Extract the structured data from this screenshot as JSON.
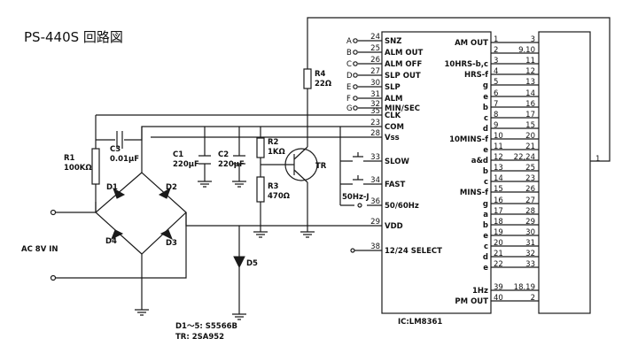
{
  "title": "PS-440S 回路図",
  "ic": {
    "label": "IC:LM8361",
    "left_pins": [
      {
        "num": "24",
        "name": "SNZ",
        "letter": "A"
      },
      {
        "num": "25",
        "name": "ALM OUT",
        "letter": "B"
      },
      {
        "num": "26",
        "name": "ALM OFF",
        "letter": "C"
      },
      {
        "num": "27",
        "name": "SLP OUT",
        "letter": "D"
      },
      {
        "num": "30",
        "name": "SLP",
        "letter": "E"
      },
      {
        "num": "31",
        "name": "ALM",
        "letter": "F"
      },
      {
        "num": "32",
        "name": "MIN/SEC",
        "letter": "G"
      },
      {
        "num": "35",
        "name": "CLK",
        "letter": ""
      },
      {
        "num": "23",
        "name": "COM",
        "letter": ""
      },
      {
        "num": "28",
        "name": "Vss",
        "letter": ""
      },
      {
        "num": "33",
        "name": "SLOW",
        "letter": ""
      },
      {
        "num": "34",
        "name": "FAST",
        "letter": ""
      },
      {
        "num": "36",
        "name": "50/60Hz",
        "letter": ""
      },
      {
        "num": "29",
        "name": "VDD",
        "letter": ""
      },
      {
        "num": "38",
        "name": "12/24 SELECT",
        "letter": ""
      }
    ],
    "right_pins": [
      {
        "name": "AM OUT",
        "pin": "1",
        "disp": "3"
      },
      {
        "name": "",
        "pin": "2",
        "disp": "9.10"
      },
      {
        "name": "10HRS-b,c",
        "pin": "3",
        "disp": "11"
      },
      {
        "name": "HRS-f",
        "pin": "4",
        "disp": "12"
      },
      {
        "name": "g",
        "pin": "5",
        "disp": "13"
      },
      {
        "name": "e",
        "pin": "6",
        "disp": "14"
      },
      {
        "name": "b",
        "pin": "7",
        "disp": "16"
      },
      {
        "name": "c",
        "pin": "8",
        "disp": "17"
      },
      {
        "name": "d",
        "pin": "9",
        "disp": "15"
      },
      {
        "name": "10MINS-f",
        "pin": "10",
        "disp": "20"
      },
      {
        "name": "e",
        "pin": "11",
        "disp": "21"
      },
      {
        "name": "a&d",
        "pin": "12",
        "disp": "22,24"
      },
      {
        "name": "b",
        "pin": "13",
        "disp": "25"
      },
      {
        "name": "c",
        "pin": "14",
        "disp": "23"
      },
      {
        "name": "MINS-f",
        "pin": "15",
        "disp": "26"
      },
      {
        "name": "g",
        "pin": "16",
        "disp": "27"
      },
      {
        "name": "a",
        "pin": "17",
        "disp": "28"
      },
      {
        "name": "b",
        "pin": "18",
        "disp": "29"
      },
      {
        "name": "e",
        "pin": "19",
        "disp": "30"
      },
      {
        "name": "c",
        "pin": "20",
        "disp": "31"
      },
      {
        "name": "d",
        "pin": "21",
        "disp": "32"
      },
      {
        "name": "e",
        "pin": "22",
        "disp": "33"
      },
      {
        "name": "1Hz",
        "pin": "39",
        "disp": "18.19"
      },
      {
        "name": "PM OUT",
        "pin": "40",
        "disp": "2"
      }
    ]
  },
  "display_pin": "1",
  "components": {
    "r1_name": "R1",
    "r1_value": "100KΩ",
    "c3_name": "C3",
    "c3_value": "0.01μF",
    "c1_name": "C1",
    "c1_value": "220μF",
    "c2_name": "C2",
    "c2_value": "220μF",
    "r2_name": "R2",
    "r2_value": "1KΩ",
    "r3_name": "R3",
    "r3_value": "470Ω",
    "r4_name": "R4",
    "r4_value": "22Ω",
    "tr_label": "TR",
    "d1": "D1",
    "d2": "D2",
    "d3": "D3",
    "d4": "D4",
    "d5": "D5",
    "hz_jumper": "50Hz-J",
    "ac_input": "AC 8V IN"
  },
  "notes": {
    "diodes": "D1～5: S5566B",
    "transistor": "TR: 2SA952"
  }
}
